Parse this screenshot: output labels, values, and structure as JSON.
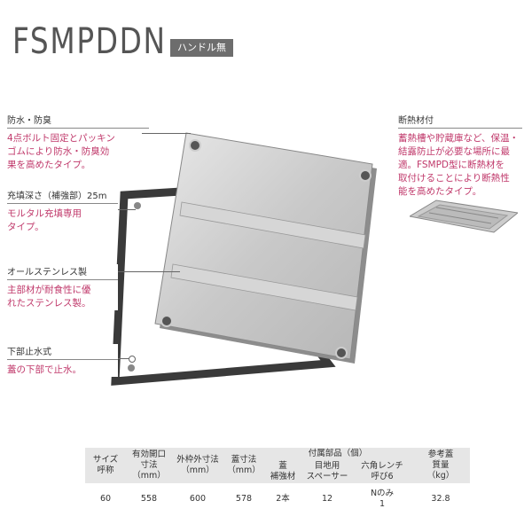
{
  "title": "FSMPDDN",
  "badge": "ハンドル無",
  "callouts": {
    "waterproof": {
      "head": "防水・防臭",
      "body": "4点ボルト固定とパッキン\nゴムにより防水・防臭効\n果を高めたタイプ。"
    },
    "depth": {
      "head": "充填深さ（補強部）25m",
      "body": "モルタル充填専用\nタイプ。"
    },
    "stainless": {
      "head": "オールステンレス製",
      "body": "主部材が耐食性に優\nれたステンレス製。"
    },
    "drain": {
      "head": "下部止水式",
      "body": "蓋の下部で止水。"
    },
    "insulation": {
      "head": "断熱材付",
      "body": "蓄熱槽や貯蔵庫など、保温・\n結露防止が必要な場所に最\n適。FSMPD型に断熱材を\n取付けることにより断熱性\n能を高めたタイプ。"
    }
  },
  "table": {
    "headers": {
      "size": "サイズ\n呼称",
      "opening": "有効開口\n寸法\n（mm）",
      "outer": "外枠外寸法\n（mm）",
      "lid": "蓋寸法\n（mm）",
      "accessories": "付属部品（個）",
      "reinforce": "蓋\n補強材",
      "spacer": "目地用\nスペーサー",
      "wrench": "六角レンチ\n呼び6",
      "weight": "参考蓋\n質量\n（kg）"
    },
    "row": {
      "size": "60",
      "opening": "558",
      "outer": "600",
      "lid": "578",
      "reinforce": "2本",
      "spacer": "12",
      "wrench": "Nのみ\n1",
      "weight": "32.8"
    }
  }
}
